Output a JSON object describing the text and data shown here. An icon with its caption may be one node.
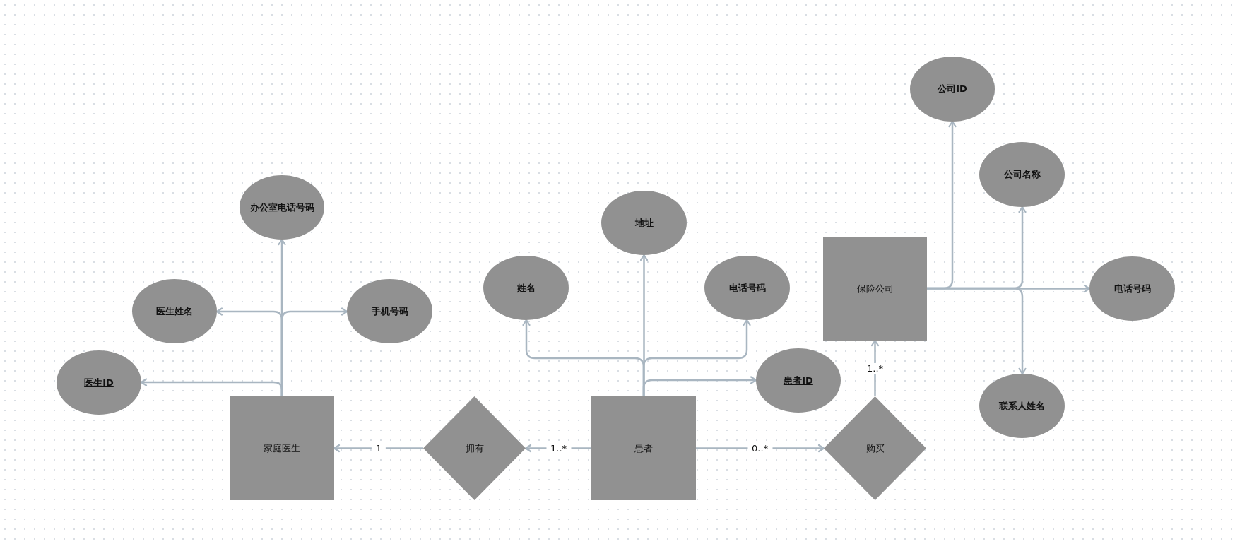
{
  "diagram": {
    "nodes": [
      {
        "text": [
          "公司ID"
        ]
      },
      {
        "text": [
          "公司名称"
        ]
      },
      {
        "text": [
          "办公室电话号码"
        ]
      },
      {
        "text": [
          "地址"
        ]
      },
      {
        "text": [
          "保险公司"
        ]
      },
      {
        "text": [
          "姓名"
        ]
      },
      {
        "text": [
          "电话号码"
        ]
      },
      {
        "text": [
          "电话号码"
        ]
      },
      {
        "text": [
          "医生姓名"
        ]
      },
      {
        "text": [
          "手机号码"
        ]
      },
      {
        "text": [
          "患者ID"
        ]
      },
      {
        "text": [
          "医生ID"
        ]
      },
      {
        "text": [
          "联系人姓名"
        ]
      },
      {
        "text": [
          "家庭医生"
        ]
      },
      {
        "text": [
          "拥有"
        ]
      },
      {
        "text": [
          "患者"
        ]
      },
      {
        "text": [
          "购买"
        ]
      }
    ],
    "edges": [
      {
        "from": 13,
        "to": 2,
        "arrow": "to"
      },
      {
        "from": 13,
        "to": 8,
        "arrow": "to"
      },
      {
        "from": 13,
        "to": 9,
        "arrow": "to"
      },
      {
        "from": 13,
        "to": 11,
        "arrow": "to"
      },
      {
        "from": 14,
        "to": 13,
        "arrow": "to",
        "label": "1"
      },
      {
        "from": 15,
        "to": 14,
        "arrow": "to",
        "label": "1..*"
      },
      {
        "from": 15,
        "to": 16,
        "arrow": "to",
        "label": "0..*"
      },
      {
        "from": 16,
        "to": 4,
        "arrow": "to",
        "label": "1..*"
      },
      {
        "from": 15,
        "to": 3,
        "arrow": "to"
      },
      {
        "from": 15,
        "to": 5,
        "arrow": "to"
      },
      {
        "from": 15,
        "to": 6,
        "arrow": "to"
      },
      {
        "from": 15,
        "to": 10,
        "arrow": "to"
      },
      {
        "from": 4,
        "to": 0,
        "arrow": "to"
      },
      {
        "from": 4,
        "to": 1,
        "arrow": "to"
      },
      {
        "from": 4,
        "to": 7,
        "arrow": "to"
      },
      {
        "from": 4,
        "to": 12,
        "arrow": "to"
      }
    ]
  }
}
